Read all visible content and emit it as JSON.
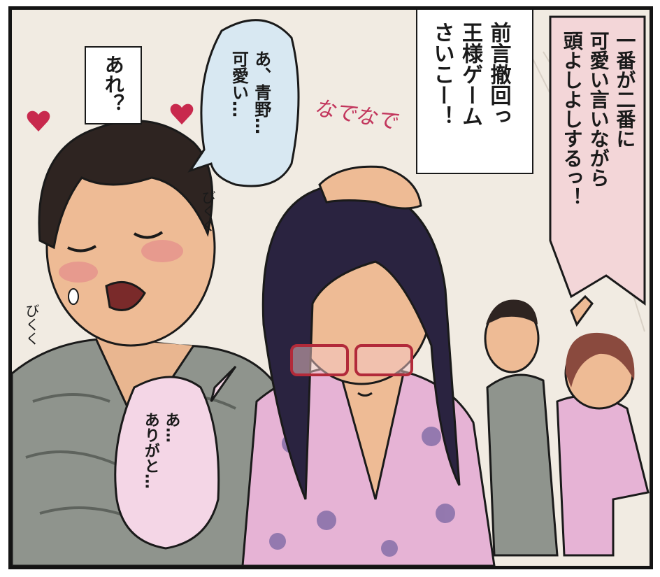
{
  "panel": {
    "colors": {
      "background": "#f1ebe2",
      "border": "#141414",
      "heart": "#c8294d",
      "sfx_pink": "#c2355c",
      "yukata_pink": "#e6b3d5",
      "yukata_grey": "#8f948d",
      "bubble_blue": "#d8e8f2",
      "bubble_pink": "#f4d6e6"
    },
    "captions": {
      "are": "あれ？",
      "king_game_line1": "前言撤回っ",
      "king_game_line2": "王様ゲーム",
      "king_game_line3": "さいこー！",
      "shout_line1": "一番が二番に",
      "shout_line2": "可愛い言いながら",
      "shout_line3": "頭よしよしするっ！"
    },
    "bubbles": {
      "boy_line1": "あ、青野…",
      "boy_line2": "可愛い…",
      "girl_line1": "あ…",
      "girl_line2": "ありがと…"
    },
    "sfx": {
      "pat": "なでなで",
      "giggle": "びくく"
    },
    "icons": [
      "heart-icon",
      "heart-icon",
      "sweat-drop-icon"
    ]
  }
}
